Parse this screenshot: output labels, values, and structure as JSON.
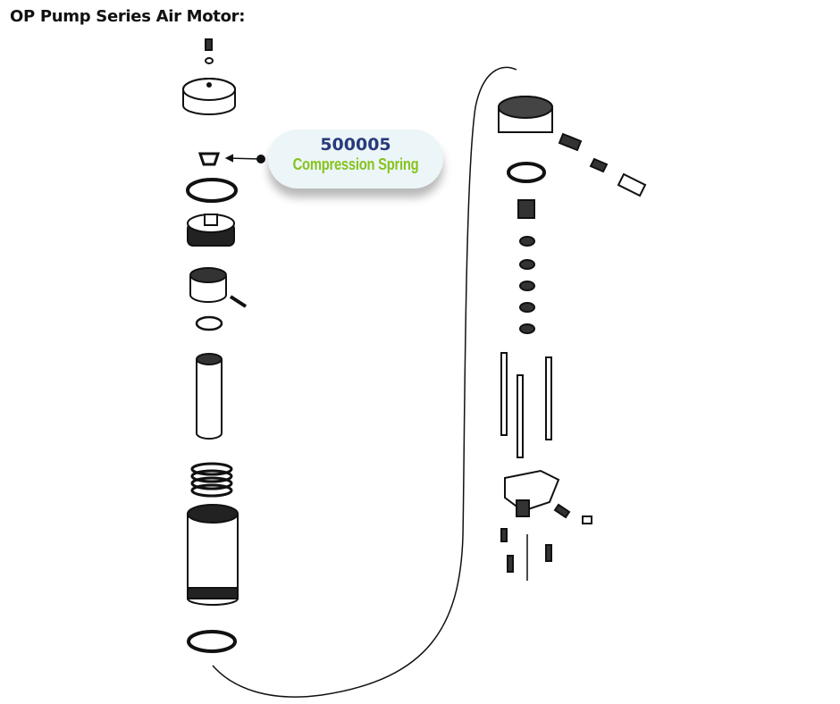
{
  "title": "OP Pump Series Air Motor:",
  "callout": {
    "part_number": "500005",
    "part_name": "Compression Spring",
    "part_number_color": "#283a7c",
    "part_name_color": "#86c31e"
  }
}
